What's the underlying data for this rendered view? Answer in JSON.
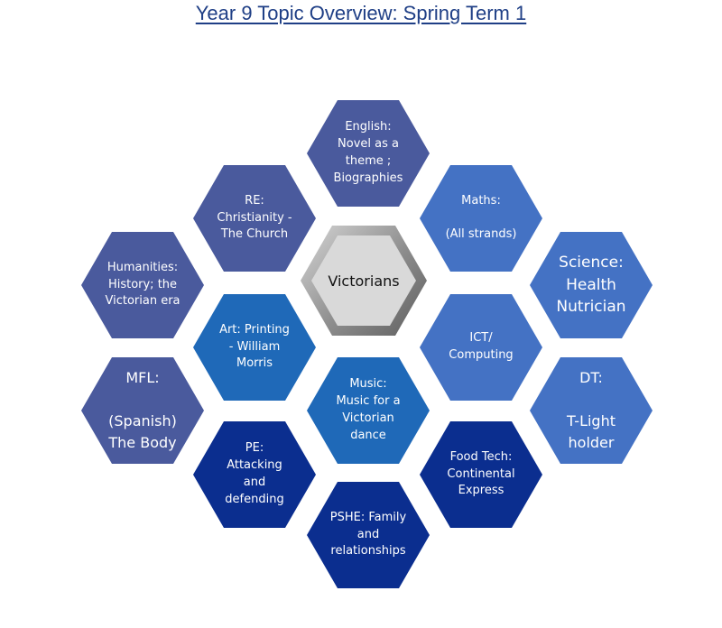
{
  "title": "Year 9 Topic Overview: Spring Term 1",
  "center": "Victorians",
  "subjects": {
    "english": "English:\nNovel as a\ntheme ;\nBiographies",
    "re": "RE:\nChristianity -\nThe Church",
    "maths": "Maths:\n\n(All strands)",
    "humanities": "Humanities:\nHistory; the\nVictorian era",
    "science": "Science:\nHealth\nNutrician",
    "art": "Art: Printing\n- William\nMorris",
    "ict": "ICT/\nComputing",
    "mfl": "MFL:\n\n(Spanish)\nThe Body",
    "music": "Music:\nMusic for a\nVictorian\ndance",
    "dt": "DT:\n\nT-Light\nholder",
    "pe": "PE:\nAttacking\nand\ndefending",
    "foodtech": "Food Tech:\nContinental\nExpress",
    "pshe": "PSHE: Family\nand\nrelationships"
  }
}
